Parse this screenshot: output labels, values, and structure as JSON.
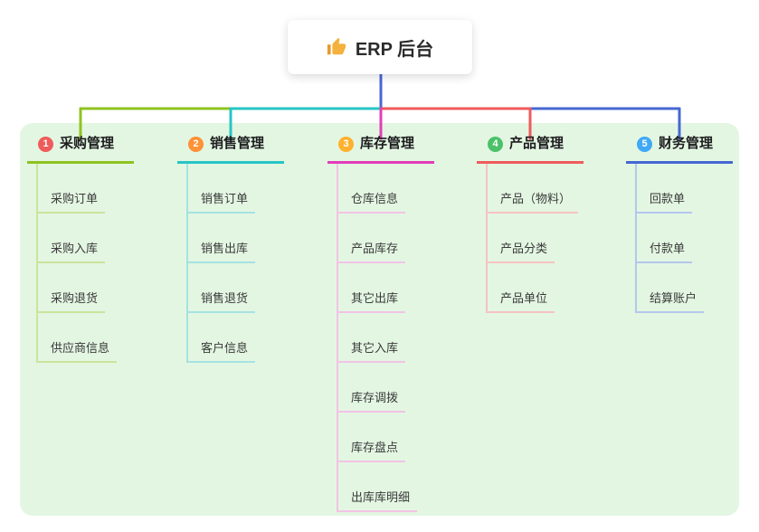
{
  "root": {
    "label": "ERP 后台",
    "icon": "thumbs-up",
    "connector_color": "#4a66d8"
  },
  "canvas": {
    "background": "#e3f6e2"
  },
  "branches": [
    {
      "num": "1",
      "label": "采购管理",
      "circle": "#ef5b5b",
      "accent": "#8fc320",
      "tint": "#cbe49c",
      "children": [
        "采购订单",
        "采购入库",
        "采购退货",
        "供应商信息"
      ]
    },
    {
      "num": "2",
      "label": "销售管理",
      "circle": "#ff9136",
      "accent": "#27c5c5",
      "tint": "#a5e2e2",
      "children": [
        "销售订单",
        "销售出库",
        "销售退货",
        "客户信息"
      ]
    },
    {
      "num": "3",
      "label": "库存管理",
      "circle": "#ffb12e",
      "accent": "#e23eb8",
      "tint": "#f3c3e5",
      "children": [
        "仓库信息",
        "产品库存",
        "其它出库",
        "其它入库",
        "库存调拨",
        "库存盘点",
        "出库库明细"
      ]
    },
    {
      "num": "4",
      "label": "产品管理",
      "circle": "#4bc16a",
      "accent": "#ef5b5b",
      "tint": "#f6c3c0",
      "children": [
        "产品（物料）",
        "产品分类",
        "产品单位"
      ]
    },
    {
      "num": "5",
      "label": "财务管理",
      "circle": "#3fa9f5",
      "accent": "#4667d2",
      "tint": "#b3c7ee",
      "children": [
        "回款单",
        "付款单",
        "结算账户"
      ]
    }
  ]
}
